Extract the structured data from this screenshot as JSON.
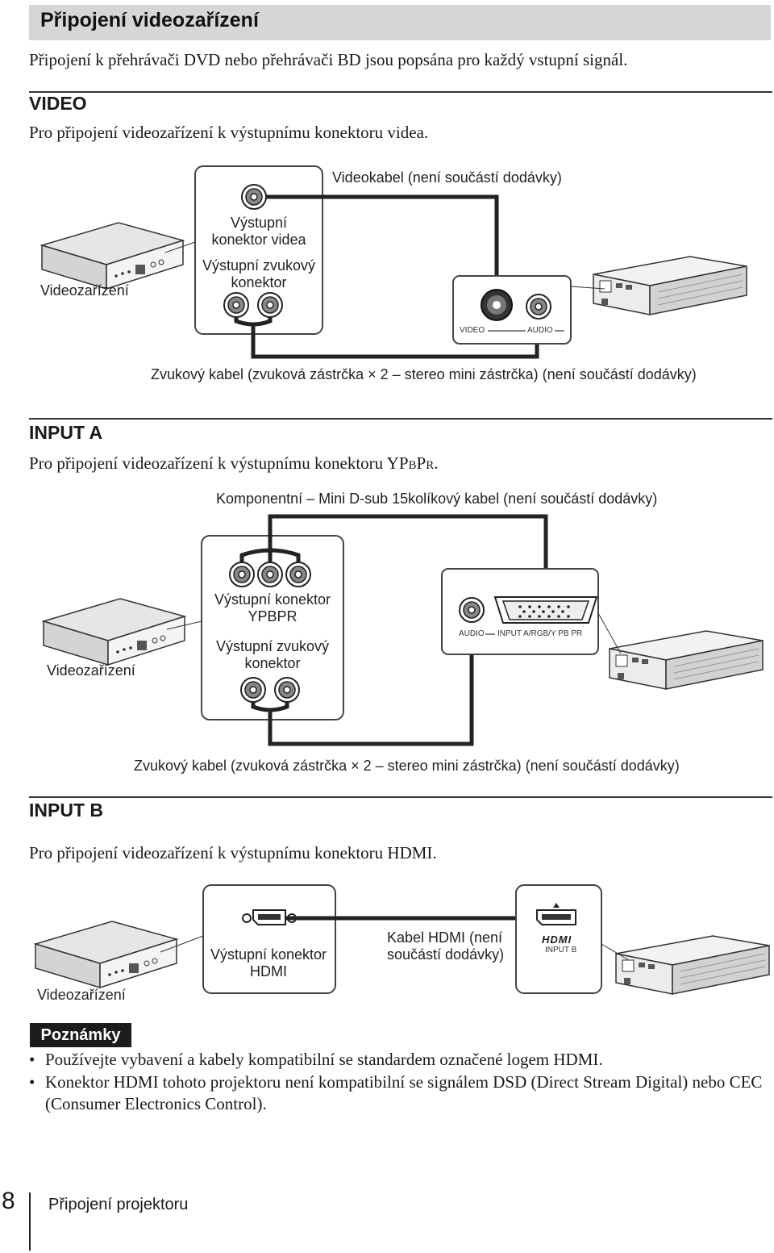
{
  "page": {
    "title": "Připojení videozařízení",
    "intro": "Připojení k přehrávači DVD nebo přehrávači BD jsou popsána pro každý vstupní signál."
  },
  "video": {
    "heading": "VIDEO",
    "description": "Pro připojení videozařízení k výstupnímu konektoru videa.",
    "cable_label": "Videokabel (není součástí dodávky)",
    "device_label": "Videozařízení",
    "video_out_label": "Výstupní konektor videa",
    "audio_out_label": "Výstupní zvukový konektor",
    "panel_video": "VIDEO",
    "panel_audio": "AUDIO",
    "audio_cable_label": "Zvukový kabel (zvuková zástrčka × 2 – stereo mini zástrčka) (není součástí dodávky)"
  },
  "input_a": {
    "heading": "INPUT A",
    "description_prefix": "Pro připojení videozařízení k výstupnímu konektoru Y",
    "description_sub1": "P",
    "description_sub1b": "B",
    "description_sub2": "P",
    "description_sub2b": "R",
    "description_suffix": ".",
    "cable_label": "Komponentní – Mini D-sub 15kolíkový kabel (není součástí dodávky)",
    "device_label": "Videozařízení",
    "ypbpr_label_1": "Výstupní konektor",
    "ypbpr_label_2": "YPBPR",
    "audio_out_label": "Výstupní zvukový konektor",
    "panel_audio": "AUDIO",
    "panel_input": "INPUT A/RGB/Y PB PR",
    "audio_cable_label": "Zvukový kabel (zvuková zástrčka × 2 – stereo mini zástrčka) (není součástí dodávky)"
  },
  "input_b": {
    "heading": "INPUT B",
    "description": "Pro připojení videozařízení k výstupnímu konektoru HDMI.",
    "device_label": "Videozařízení",
    "hdmi_out_label": "Výstupní konektor HDMI",
    "cable_label": "Kabel HDMI (není součástí dodávky)",
    "hdmi_logo": "HDMI",
    "panel_input": "INPUT B"
  },
  "notes": {
    "badge": "Poznámky",
    "bullet": "•",
    "items": [
      "Používejte vybavení a kabely kompatibilní se standardem označené logem HDMI.",
      "Konektor HDMI tohoto projektoru není kompatibilní se signálem DSD (Direct Stream Digital) nebo CEC (Consumer Electronics Control)."
    ]
  },
  "footer": {
    "page_number": "8",
    "section": "Připojení projektoru"
  }
}
